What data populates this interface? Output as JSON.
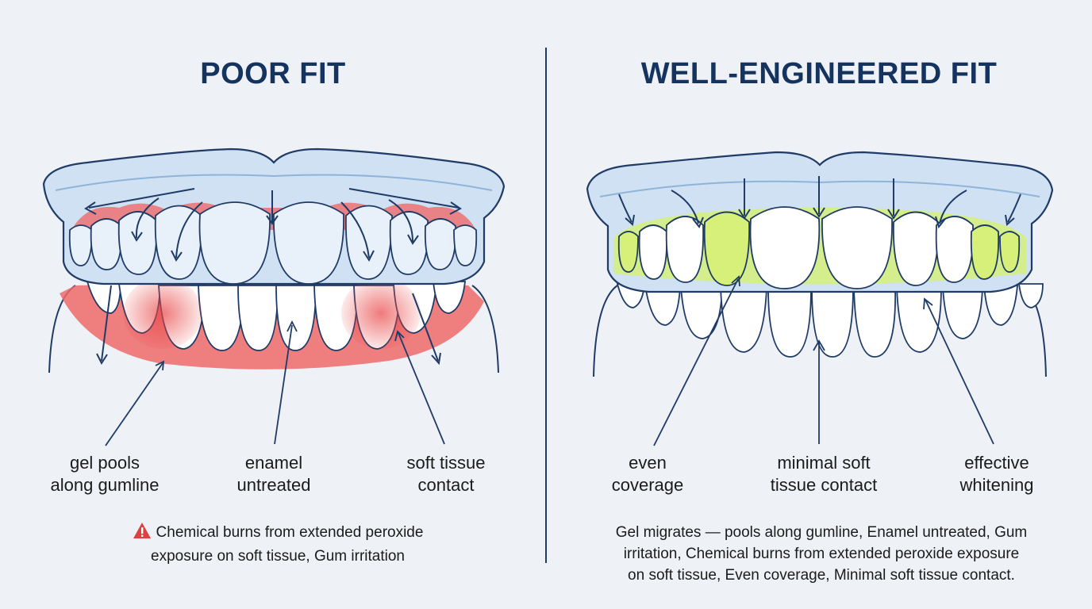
{
  "left_panel": {
    "title": "POOR FIT",
    "labels": {
      "gel_pools": [
        "gel pools",
        "along gumline"
      ],
      "enamel": [
        "enamel",
        "untreated"
      ],
      "soft_tissue": [
        "soft tissue",
        "contact"
      ]
    },
    "warning_icon": "warning-triangle-icon",
    "warning_lines": [
      "Chemical burns from extended peroxide",
      "exposure on soft tissue, Gum irritation"
    ]
  },
  "right_panel": {
    "title": "WELL-ENGINEERED FIT",
    "labels": {
      "even": [
        "even",
        "coverage"
      ],
      "minimal": [
        "minimal soft",
        "tissue contact"
      ],
      "effective": [
        "effective",
        "whitening"
      ]
    },
    "note_lines": [
      "Gel migrates — pools along gumline, Enamel untreated, Gum",
      "irritation, Chemical burns from extended peroxide exposure",
      "on soft tissue, Even coverage, Minimal soft tissue contact."
    ]
  },
  "colors": {
    "title": "#14335e",
    "outline": "#1f3b66",
    "tray": "#cfe1f3",
    "irritation": "#e84545",
    "gel": "#d6f07a",
    "warning": "#e04040"
  }
}
